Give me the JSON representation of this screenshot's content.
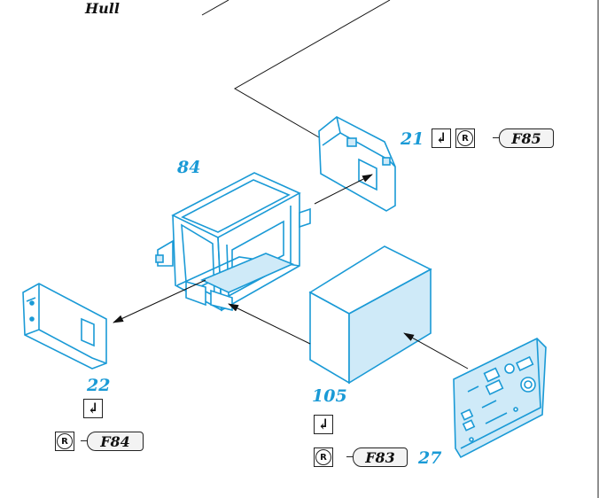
{
  "section_title": "Hull",
  "callouts": {
    "part_84": {
      "number": "84"
    },
    "part_21": {
      "number": "21",
      "paint_symbol": "R",
      "color_code": "F85"
    },
    "part_22": {
      "number": "22",
      "paint_symbol": "R",
      "color_code": "F84"
    },
    "part_105": {
      "number": "105",
      "paint_symbol": "R",
      "color_code": "F83"
    },
    "part_27": {
      "number": "27"
    }
  },
  "glue_symbol": "↲",
  "colors": {
    "part_outline": "#1a9ad6",
    "part_fill": "#cfeaf8",
    "text": "#111111"
  },
  "icons": [
    "cement-icon",
    "paint-icon"
  ]
}
